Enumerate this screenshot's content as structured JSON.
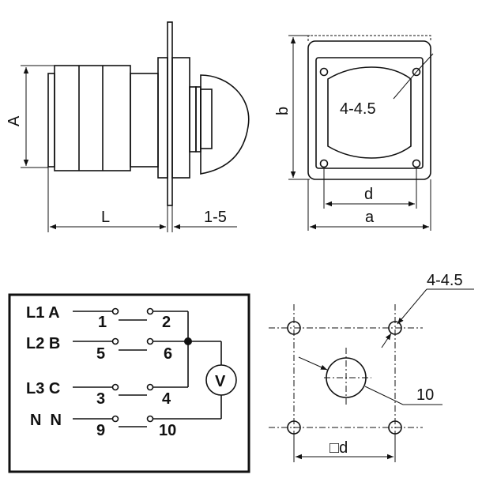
{
  "side_view": {
    "height_label": "A",
    "length_label": "L",
    "panel_label": "1-5"
  },
  "front_view": {
    "height_label": "b",
    "hole_label": "4-4.5",
    "inner_width_label": "d",
    "outer_width_label": "a"
  },
  "wiring": {
    "line_labels": [
      "L1 A",
      "L2 B",
      "L3 C",
      "N  N"
    ],
    "terminals": [
      {
        "left": "1",
        "right": "2"
      },
      {
        "left": "5",
        "right": "6"
      },
      {
        "left": "3",
        "right": "4"
      },
      {
        "left": "9",
        "right": "10"
      }
    ],
    "meter_label": "V"
  },
  "cutout": {
    "hole_label": "4-4.5",
    "center_hole_label": "10",
    "spacing_label": "□d"
  }
}
